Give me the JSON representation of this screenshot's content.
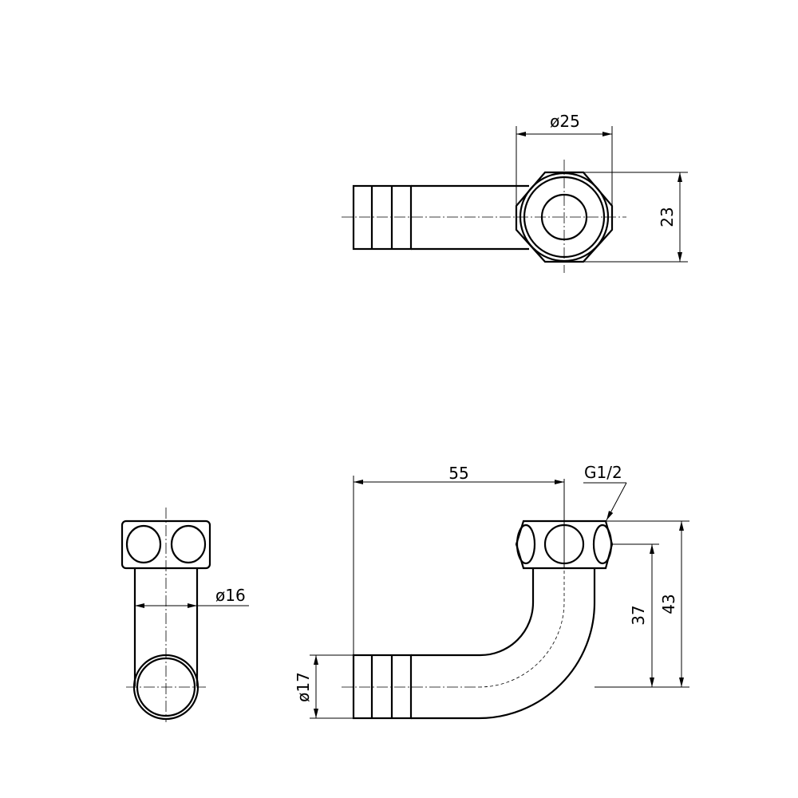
{
  "dimensions": {
    "top_diameter": "ø25",
    "top_height": "23",
    "side_diameter": "ø16",
    "length": "55",
    "thread": "G1/2",
    "height_center": "37",
    "height_total": "43",
    "barb_diameter": "ø17"
  }
}
